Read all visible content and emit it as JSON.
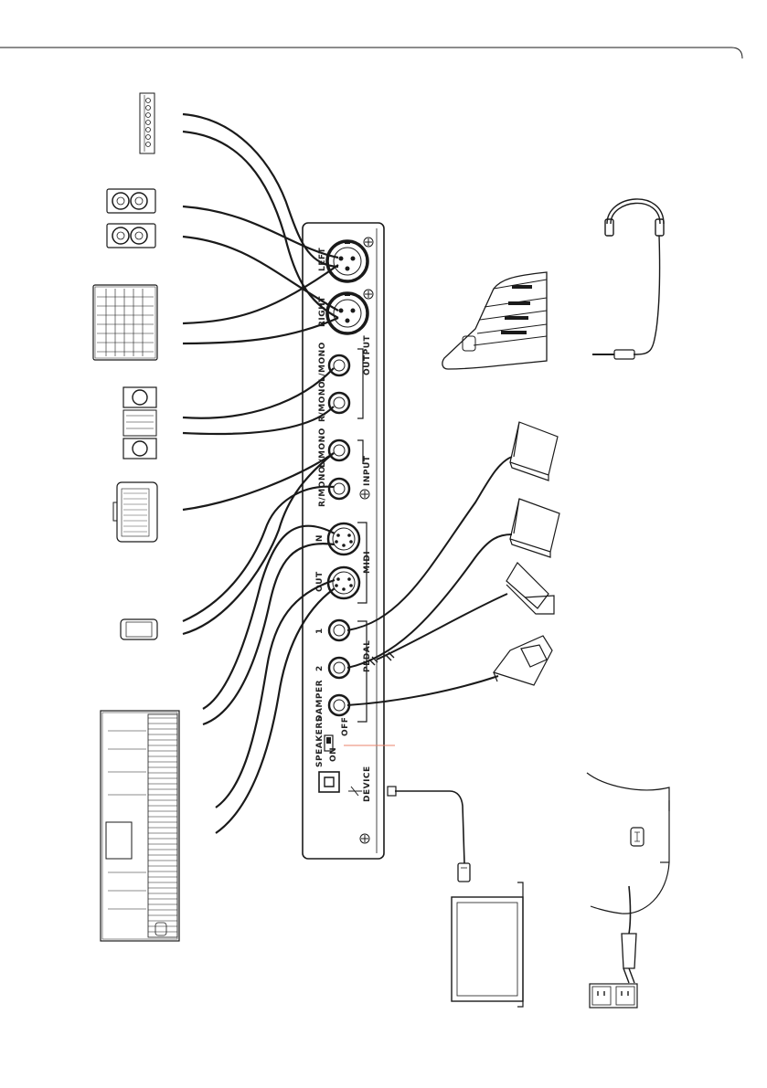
{
  "panel": {
    "xlr_left_label": "LEFT",
    "xlr_right_label": "RIGHT",
    "out_l_label": "L/MONO",
    "out_r_label": "R/MONO",
    "output_group_label": "OUTPUT",
    "in_l_label": "L/MONO",
    "in_r_label": "R/MONO",
    "input_group_label": "INPUT",
    "midi_in_label": "IN",
    "midi_out_label": "OUT",
    "midi_group_label": "MIDI",
    "pedal1_label": "1",
    "pedal2_label": "2",
    "damper_label": "DAMPER",
    "pedal_group_label": "PEDAL",
    "speakers_label": "SPEAKERS",
    "on_label": "ON",
    "off_label": "OFF",
    "device_label": "DEVICE"
  },
  "colors": {
    "line": "#1a1a1a",
    "accent_line": "#e8836b",
    "panel_fill": "#ffffff"
  }
}
